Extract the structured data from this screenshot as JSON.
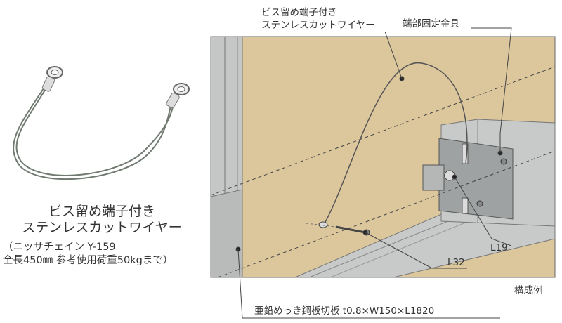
{
  "product": {
    "name_line1": "ビス留め端子付き",
    "name_line2": "ステンレスカットワイヤー",
    "spec_line1": "（ニッサチェイン Y-159",
    "spec_line2": "全長450㎜ 参考使用荷重50kgまで）"
  },
  "callouts": {
    "wire_line1": "ビス留め端子付き",
    "wire_line2": "ステンレスカットワイヤー",
    "bracket": "端部固定金具",
    "screw_l19": "L19",
    "screw_l32": "L32",
    "plate": "亜鉛めっき鋼板切板 t0.8×W150×L1820",
    "caption": "構成例"
  },
  "colors": {
    "wall": "#dcc79d",
    "steel": "#c8c9c9",
    "frame": "#b9baba"
  }
}
